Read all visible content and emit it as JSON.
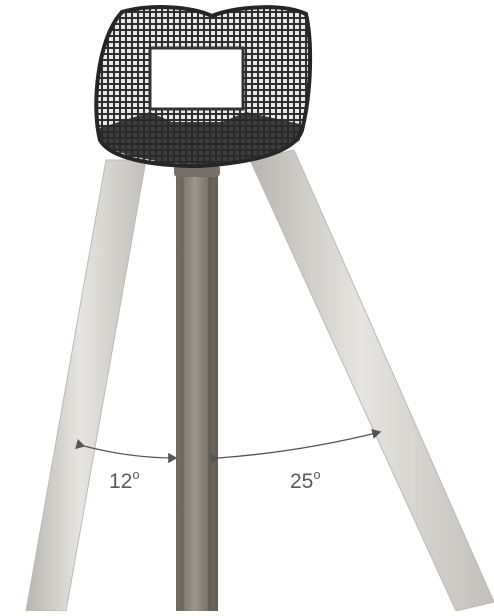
{
  "angles": {
    "left": {
      "value": "12",
      "unit": "o"
    },
    "right": {
      "value": "25",
      "unit": "o"
    }
  },
  "colors": {
    "leg_outer": "#c9c6c1",
    "leg_highlight": "#e4e2de",
    "center_pole": "#8a847c",
    "center_pole_shadow": "#5f5a54",
    "head_body": "#2e2e2e",
    "grid_line": "#d8d8d8",
    "screen": "#ffffff",
    "arrow": "#555555"
  },
  "icons": {
    "head": "detector-head-mesh-icon",
    "screen": "display-screen-icon"
  }
}
